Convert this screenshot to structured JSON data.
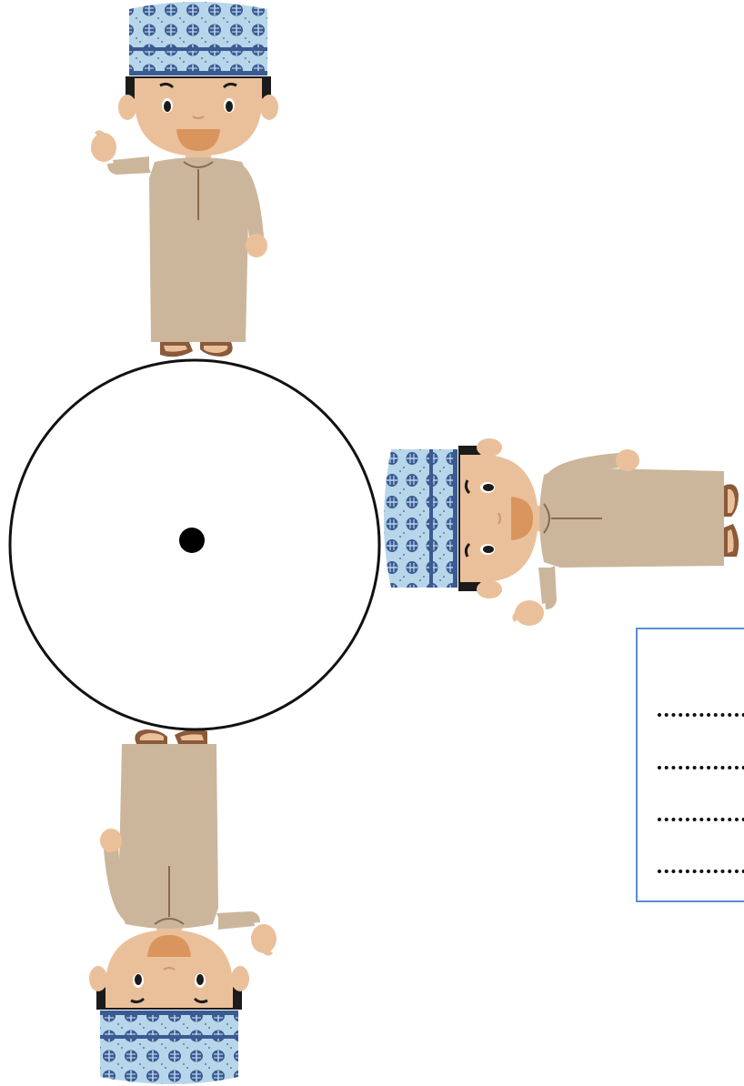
{
  "figure": {
    "circle": {
      "fill": "#ffffff",
      "stroke": "#111111",
      "center_dot_color": "#000000"
    },
    "figures": [
      {
        "name": "boy-top",
        "orientation": "upright"
      },
      {
        "name": "boy-right",
        "orientation": "rotated-90"
      },
      {
        "name": "boy-bottom",
        "orientation": "upside-down"
      }
    ],
    "colors": {
      "robe": "#cbb69b",
      "skin": "#eac09a",
      "mouth": "#d9955d",
      "hair": "#1b1b1b",
      "cap_base": "#b7d6ea",
      "cap_pattern": "#3b5a92",
      "sandal": "#8a5a3a",
      "box_border": "#5b8ed6"
    }
  },
  "answer_box": {
    "lines": 4
  }
}
